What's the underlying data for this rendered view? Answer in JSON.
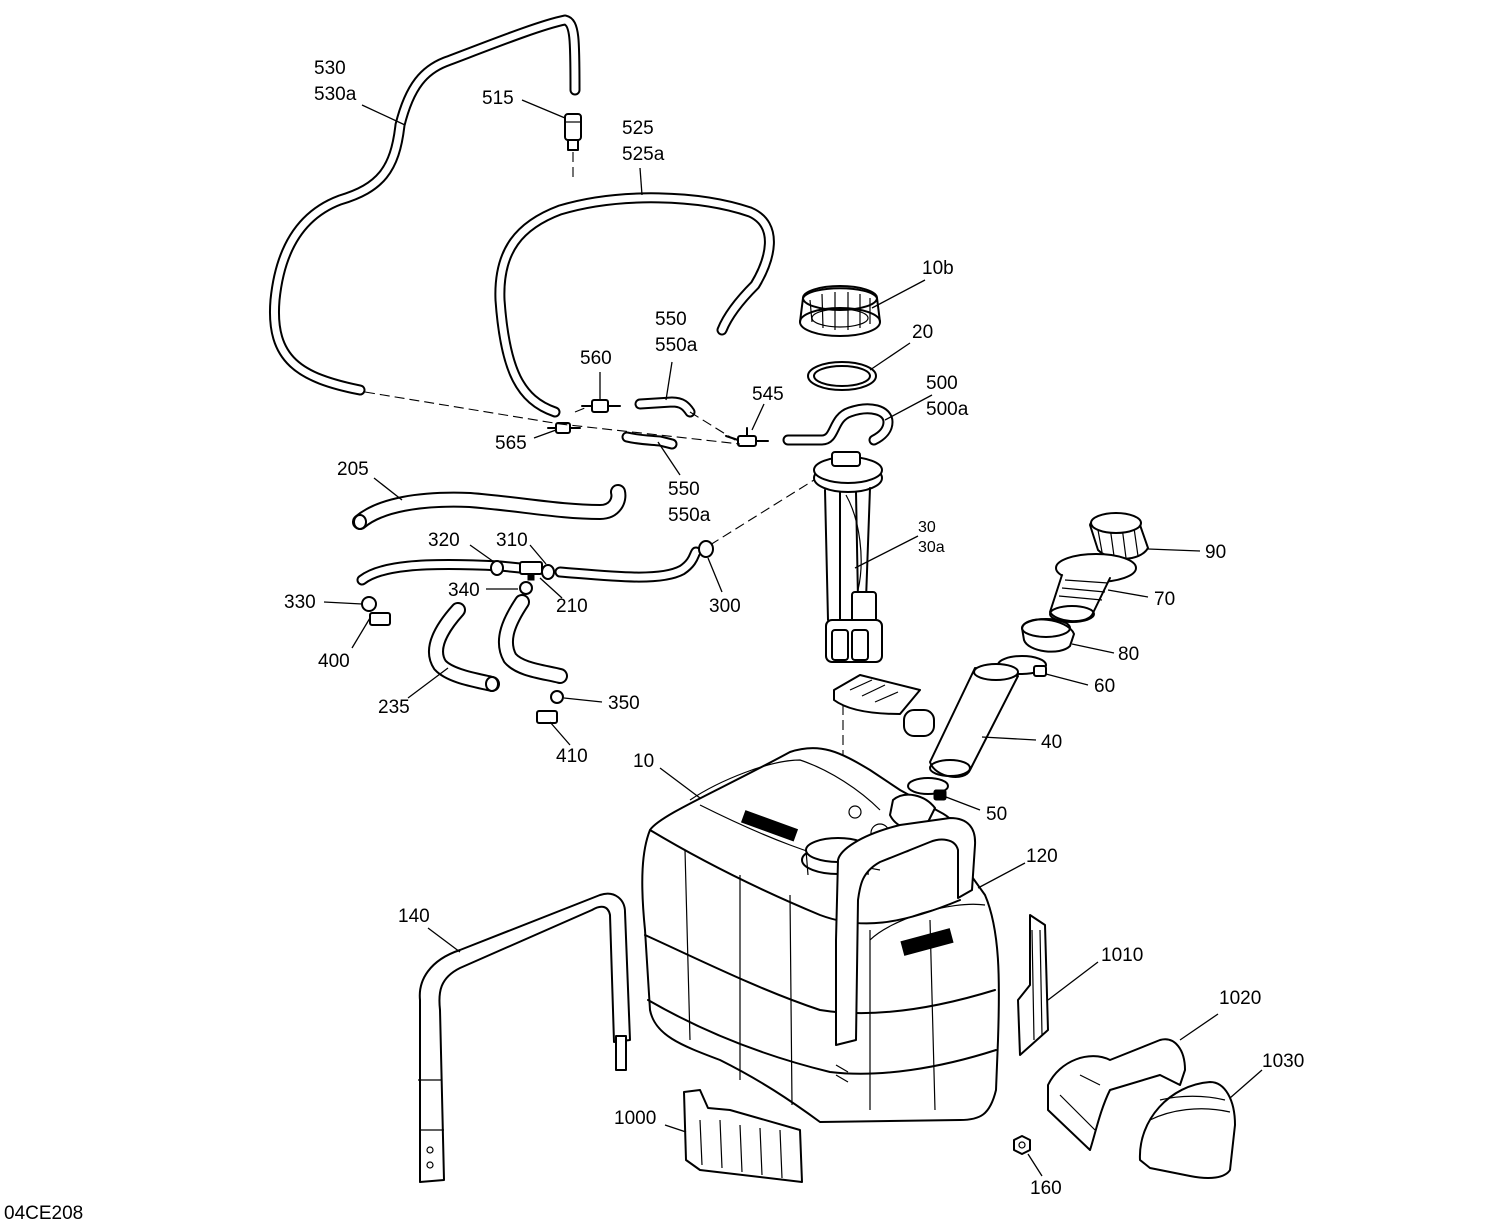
{
  "drawing_id": "04CE208",
  "callouts": [
    {
      "id": "c530",
      "lines": [
        "530",
        "530a"
      ]
    },
    {
      "id": "c515",
      "lines": [
        "515"
      ]
    },
    {
      "id": "c525",
      "lines": [
        "525",
        "525a"
      ]
    },
    {
      "id": "c10b",
      "lines": [
        "10b"
      ]
    },
    {
      "id": "c20",
      "lines": [
        "20"
      ]
    },
    {
      "id": "c550top",
      "lines": [
        "550",
        "550a"
      ]
    },
    {
      "id": "c560",
      "lines": [
        "560"
      ]
    },
    {
      "id": "c500",
      "lines": [
        "500",
        "500a"
      ]
    },
    {
      "id": "c545",
      "lines": [
        "545"
      ]
    },
    {
      "id": "c565",
      "lines": [
        "565"
      ]
    },
    {
      "id": "c550bot",
      "lines": [
        "550",
        "550a"
      ]
    },
    {
      "id": "c205",
      "lines": [
        "205"
      ]
    },
    {
      "id": "c30",
      "lines": [
        "30",
        "30a"
      ]
    },
    {
      "id": "c320",
      "lines": [
        "320"
      ]
    },
    {
      "id": "c310",
      "lines": [
        "310"
      ]
    },
    {
      "id": "c90",
      "lines": [
        "90"
      ]
    },
    {
      "id": "c330",
      "lines": [
        "330"
      ]
    },
    {
      "id": "c340",
      "lines": [
        "340"
      ]
    },
    {
      "id": "c210",
      "lines": [
        "210"
      ]
    },
    {
      "id": "c300",
      "lines": [
        "300"
      ]
    },
    {
      "id": "c70",
      "lines": [
        "70"
      ]
    },
    {
      "id": "c400",
      "lines": [
        "400"
      ]
    },
    {
      "id": "c80",
      "lines": [
        "80"
      ]
    },
    {
      "id": "c60",
      "lines": [
        "60"
      ]
    },
    {
      "id": "c235",
      "lines": [
        "235"
      ]
    },
    {
      "id": "c350",
      "lines": [
        "350"
      ]
    },
    {
      "id": "c40",
      "lines": [
        "40"
      ]
    },
    {
      "id": "c410",
      "lines": [
        "410"
      ]
    },
    {
      "id": "c10",
      "lines": [
        "10"
      ]
    },
    {
      "id": "c50",
      "lines": [
        "50"
      ]
    },
    {
      "id": "c120",
      "lines": [
        "120"
      ]
    },
    {
      "id": "c140",
      "lines": [
        "140"
      ]
    },
    {
      "id": "c1010",
      "lines": [
        "1010"
      ]
    },
    {
      "id": "c1020",
      "lines": [
        "1020"
      ]
    },
    {
      "id": "c1030",
      "lines": [
        "1030"
      ]
    },
    {
      "id": "c1000",
      "lines": [
        "1000"
      ]
    },
    {
      "id": "c160",
      "lines": [
        "160"
      ]
    }
  ]
}
